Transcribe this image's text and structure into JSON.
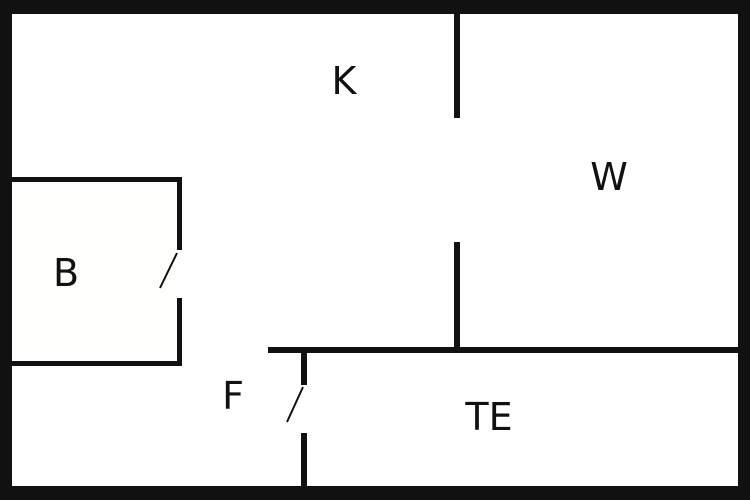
{
  "floor_plan": {
    "rooms": [
      {
        "id": "kitchen",
        "label": "K"
      },
      {
        "id": "living",
        "label": "W"
      },
      {
        "id": "bath",
        "label": "B"
      },
      {
        "id": "hall",
        "label": "F"
      },
      {
        "id": "terrace",
        "label": "TE"
      }
    ],
    "colors": {
      "wall": "#111111",
      "room_fill": "#ffffff",
      "bath_fill": "#fefefc"
    }
  }
}
